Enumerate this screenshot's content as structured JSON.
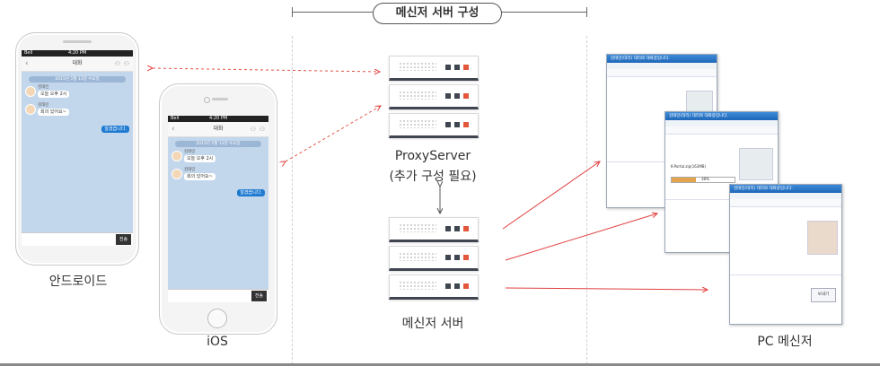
{
  "title": "메신저 서버 구성",
  "labels": {
    "android": "안드로이드",
    "ios": "iOS",
    "proxy_line1": "ProxyServer",
    "proxy_line2": "(추가 구성 필요)",
    "messenger_server": "메신저 서버",
    "pc_messenger": "PC 메신저"
  },
  "android_screen": {
    "status_left": "Bell",
    "status_time": "4:20 PM",
    "nav_title": "대화",
    "date": "2015년 5월 13일 수요일",
    "sender1": "김태민",
    "msg1": "오늘 오후 2시",
    "sender2": "김태민",
    "msg2": "회의 있어요~",
    "reply": "알겠습니다.",
    "send": "전송"
  },
  "ios_screen": {
    "status_left": "Bell",
    "status_time": "4:20 PM",
    "nav_title": "대화",
    "date": "2015년 5월 13일 수요일",
    "sender1": "김태민",
    "msg1": "오늘 오후 2시",
    "sender2": "김태민",
    "msg2": "회의 있어요~",
    "reply": "알겠습니다.",
    "send": "전송"
  },
  "pc_windows": [
    {
      "title": "김태민(대리) 대리와 대화중입니다."
    },
    {
      "title": "김태민(대리) 대리와 대화중입니다.",
      "file": "K-Portal.zip(163MB)",
      "progress": 0.38,
      "progress_text": "38%"
    },
    {
      "title": "김태민(대리) 대리와 대화중입니다.",
      "send": "보내기"
    }
  ],
  "colors": {
    "dashed_arrow": "#e05545",
    "solid_arrow": "#e04040",
    "server_led_red": "#e2573c",
    "server_led_dark": "#3f4650"
  }
}
